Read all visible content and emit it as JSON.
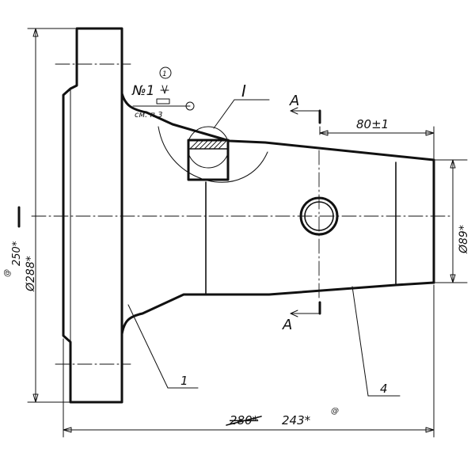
{
  "drawing": {
    "dim_length_struck": "280*",
    "dim_length": "243*",
    "dim_length_note": "@",
    "dim_dia_flange": "Ø288*",
    "dim_dia_flange_alt": "250*",
    "dim_dia_flange_note": "@",
    "dim_dia_end": "Ø89*",
    "dim_cone_length": "80±1",
    "section_mark": "A",
    "detail_mark": "I",
    "weld_label": "№1",
    "weld_ref": "см. п.3",
    "weld_circle_note": "1",
    "part_1": "1",
    "part_4": "4"
  },
  "colors": {
    "ink": "#111111",
    "paper": "#ffffff"
  }
}
